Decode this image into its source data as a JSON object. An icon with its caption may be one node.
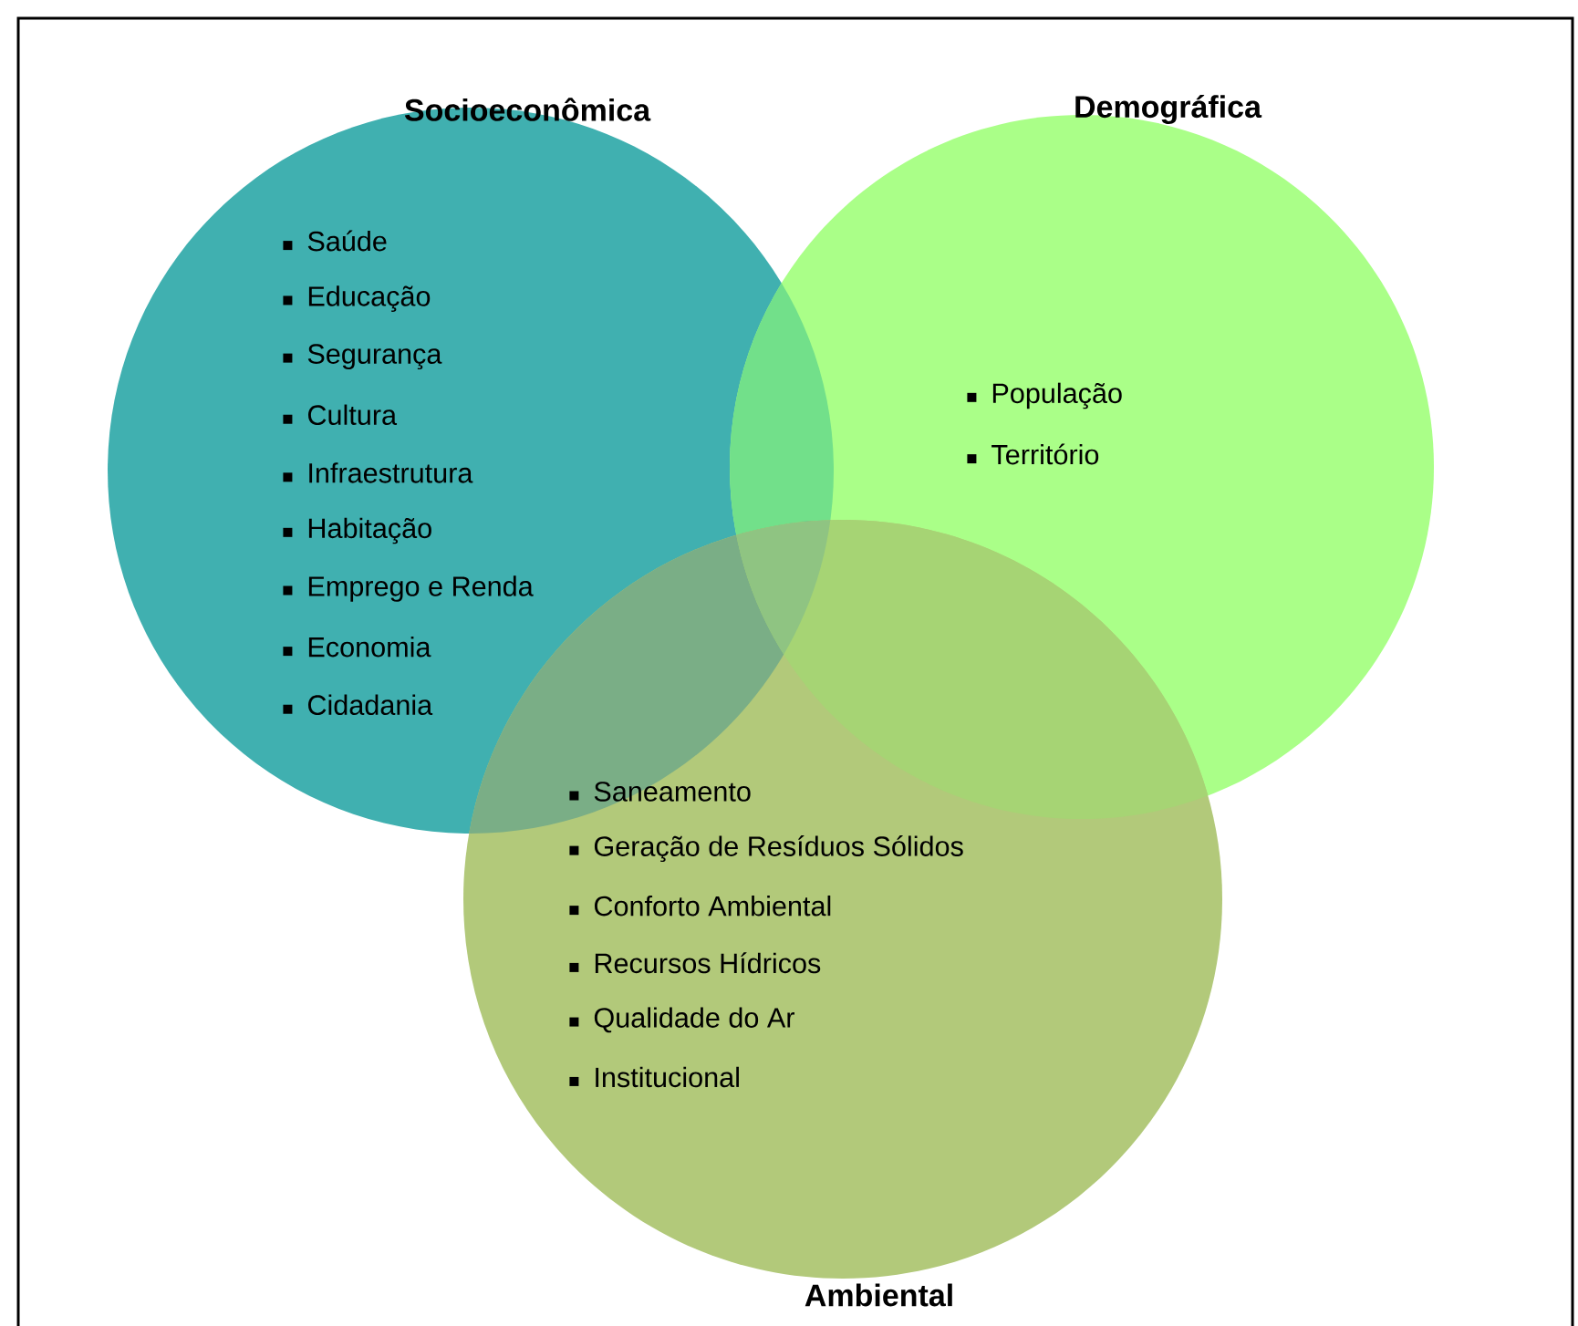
{
  "diagram": {
    "nodes": [
      {
        "text": [
          "Socioeconômica",
          "Saúde",
          "Educação",
          "Segurança",
          "Cultura",
          "Infraestrutura",
          "Habitação",
          "Emprego e Renda",
          "Economia",
          "Cidadania"
        ]
      },
      {
        "text": [
          "Demográfica",
          "População",
          "Território"
        ]
      },
      {
        "text": [
          "Ambiental",
          "Saneamento",
          "Geração de Resíduos Sólidos",
          "Conforto Ambiental",
          "Recursos Hídricos",
          "Qualidade do Ar",
          "Institucional"
        ]
      }
    ]
  }
}
